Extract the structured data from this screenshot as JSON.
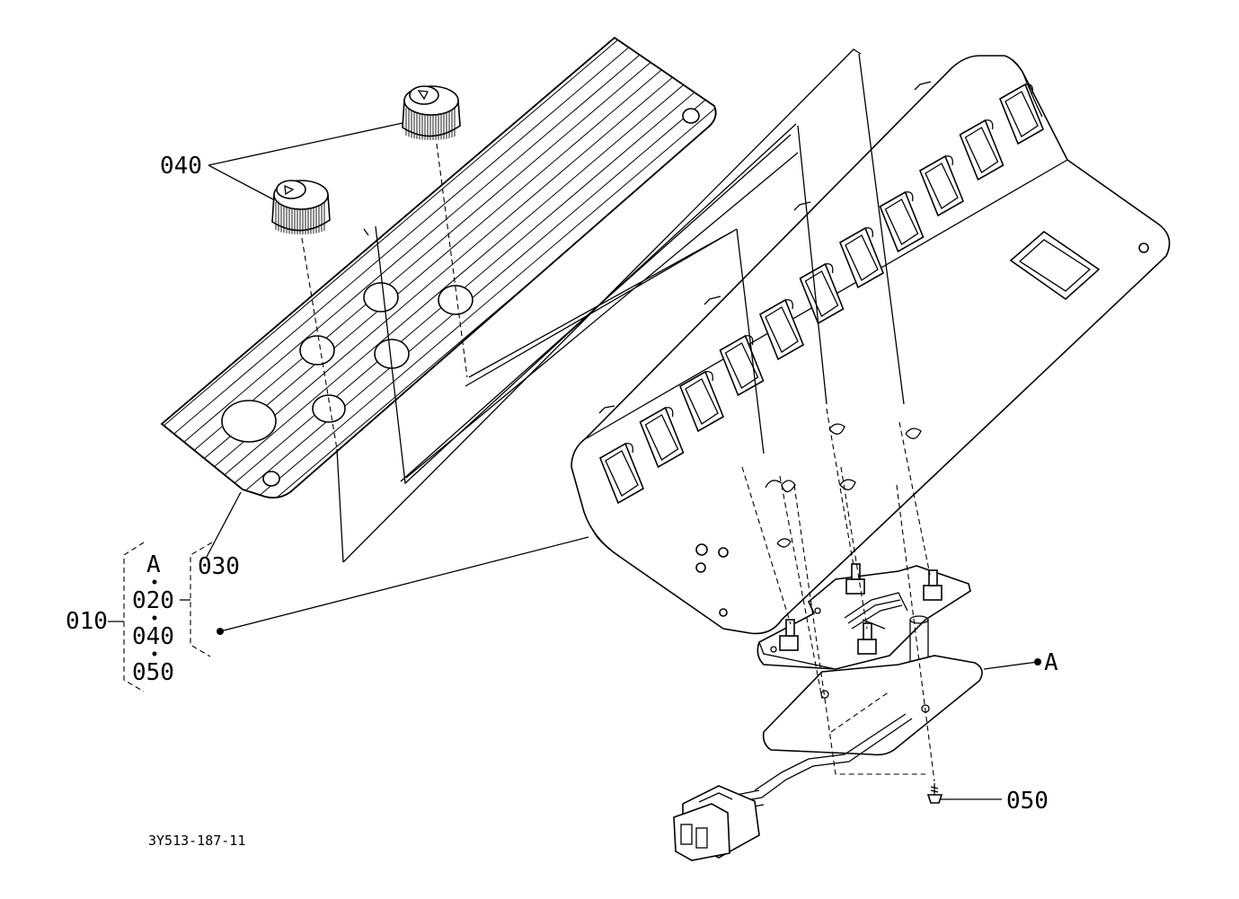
{
  "callouts": {
    "knob": "040",
    "label_sheet": "030",
    "assembly": "010",
    "sub_a": "A",
    "sub_020": "020",
    "sub_040": "040",
    "sub_050": "050",
    "screw": "050",
    "pcb_ref": "A"
  },
  "drawing_number": "3Y513-187-11"
}
